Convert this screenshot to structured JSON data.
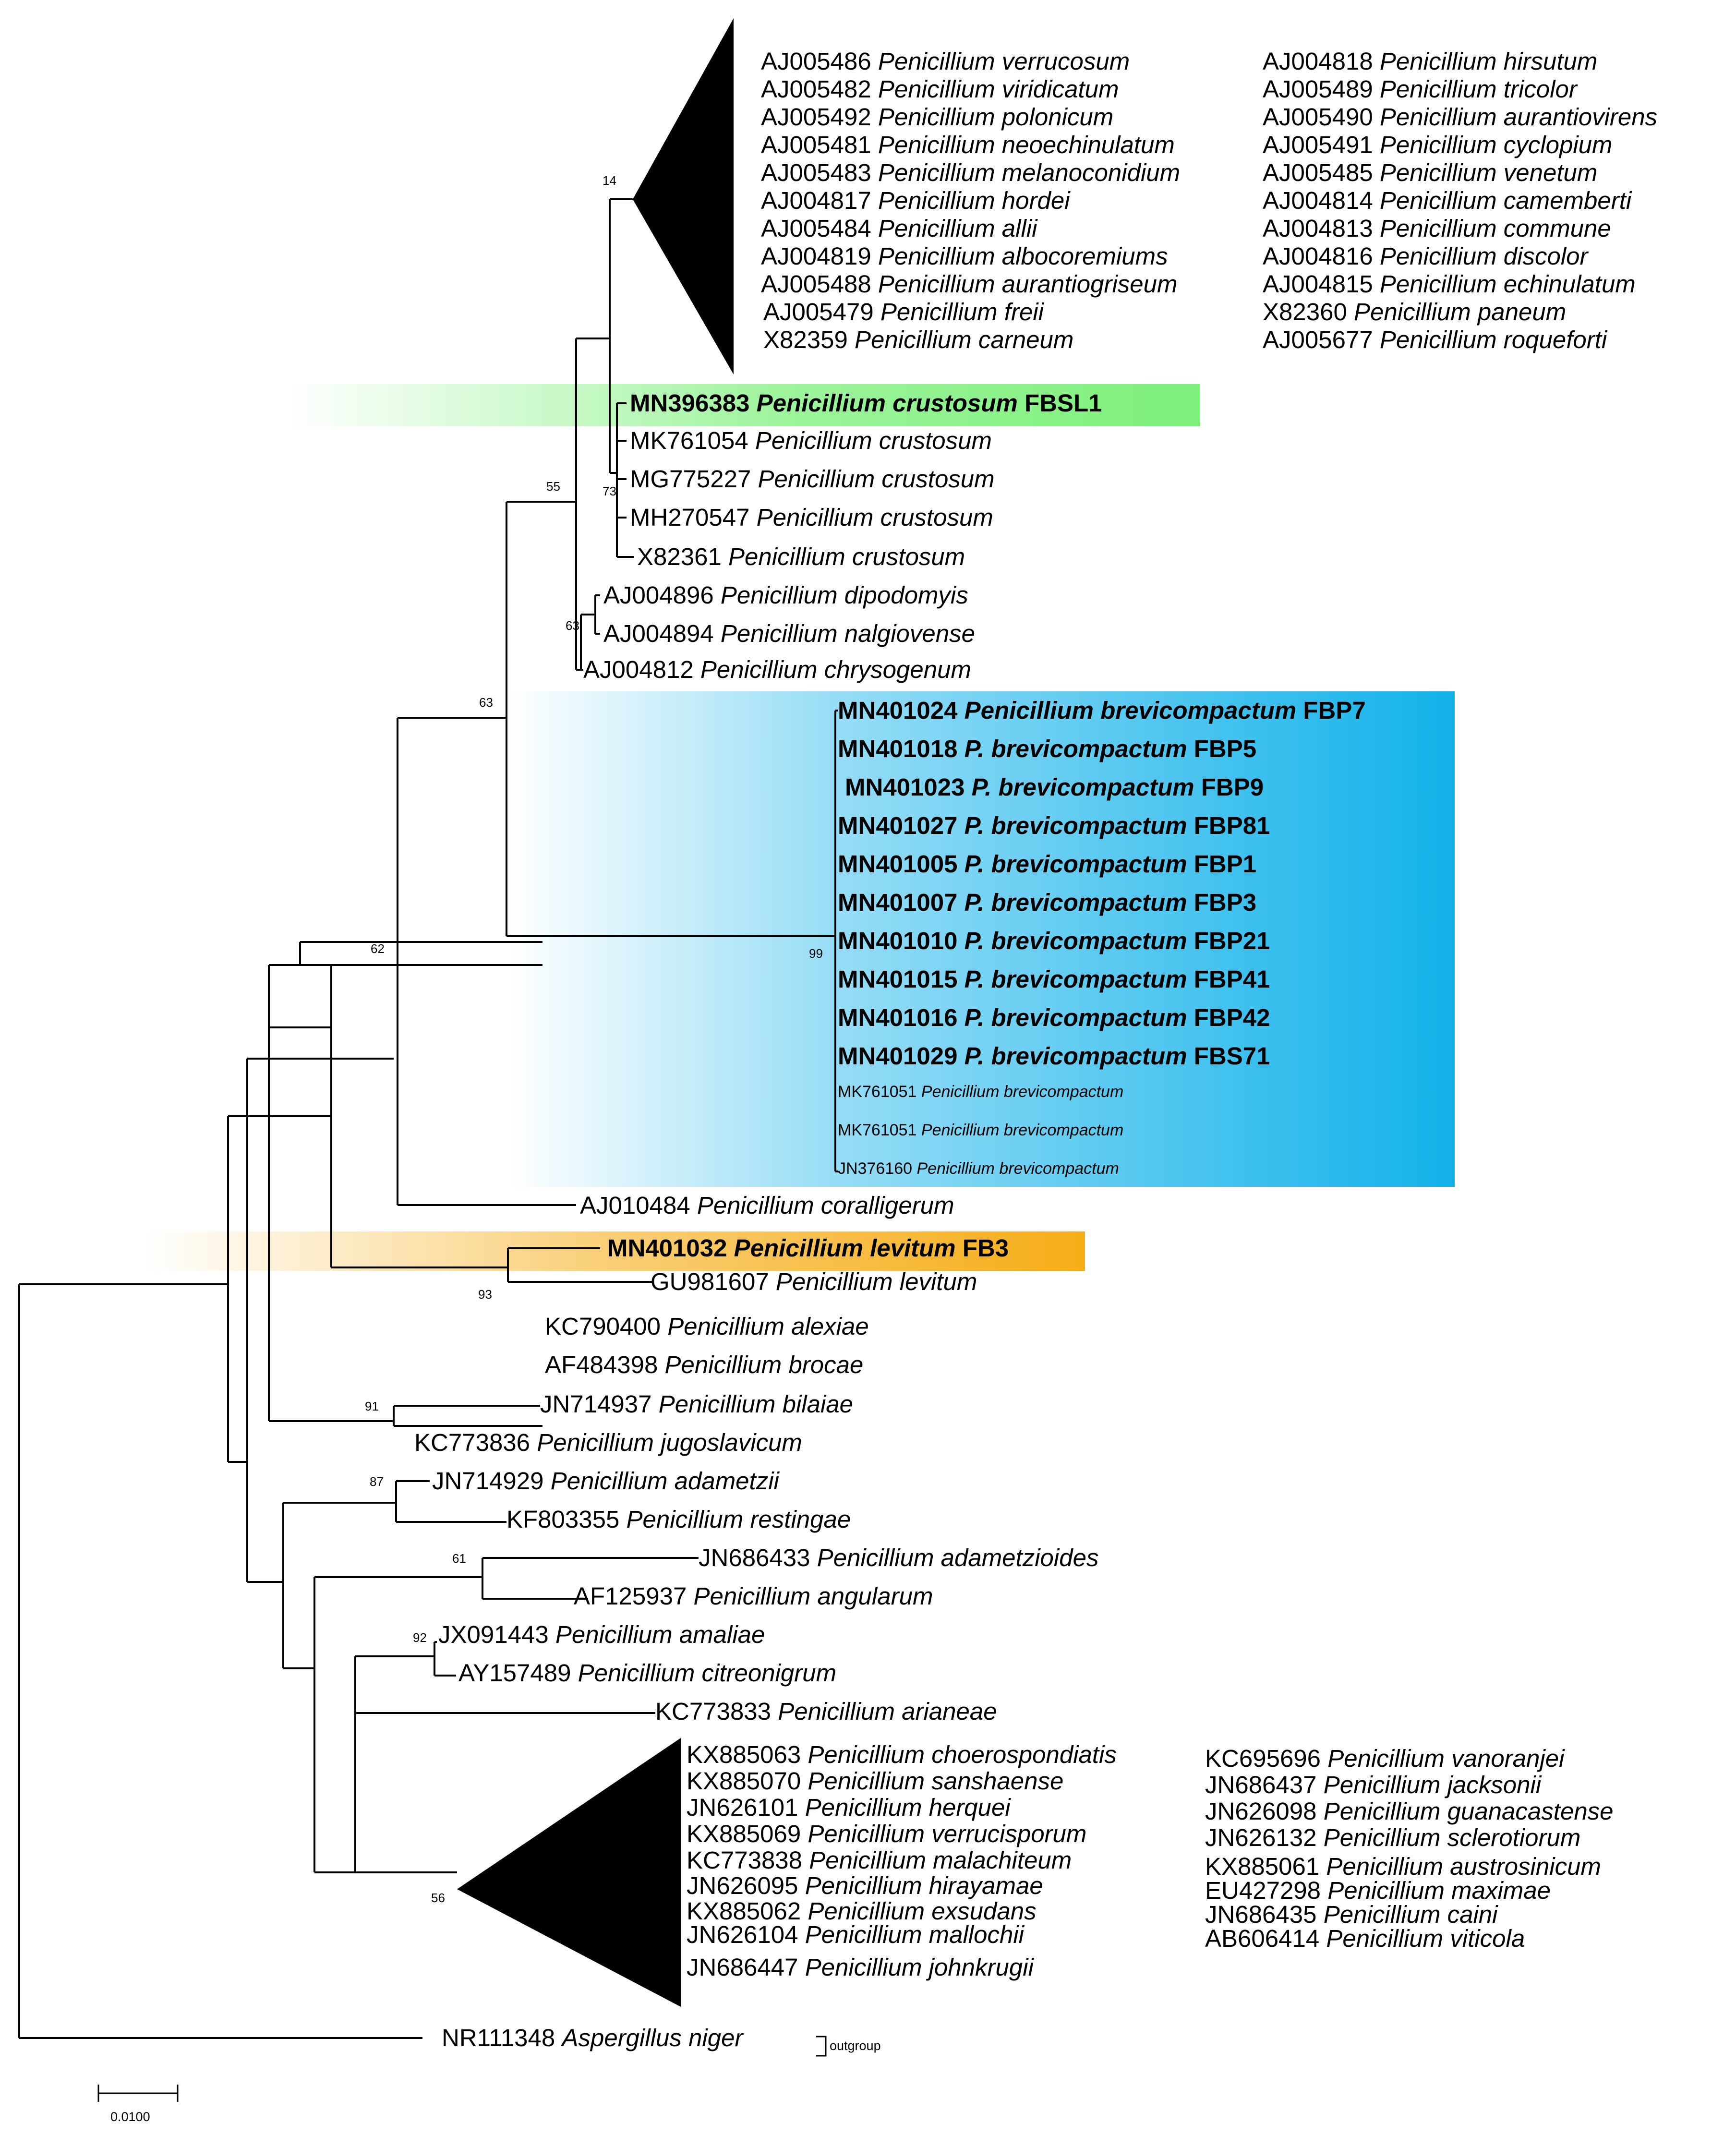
{
  "colors": {
    "crustosum_highlight": "#7cf07a",
    "brevicompactum_highlight": "#12b2ea",
    "levitum_highlight": "#f6ad17",
    "branches": "#000000"
  },
  "top_clade": {
    "col1": [
      {
        "acc": "AJ005486",
        "sp": "Penicillium verrucosum"
      },
      {
        "acc": "AJ005482",
        "sp": "Penicillium viridicatum"
      },
      {
        "acc": "AJ005492",
        "sp": "Penicillium polonicum"
      },
      {
        "acc": "AJ005481",
        "sp": "Penicillium neoechinulatum"
      },
      {
        "acc": "AJ005483",
        "sp": "Penicillium melanoconidium"
      },
      {
        "acc": "AJ004817",
        "sp": "Penicillium hordei"
      },
      {
        "acc": "AJ005484",
        "sp": "Penicillium allii"
      },
      {
        "acc": "AJ004819",
        "sp": "Penicillium albocoremiums"
      },
      {
        "acc": "AJ005488",
        "sp": "Penicillium aurantiogriseum"
      },
      {
        "acc": "AJ005479",
        "sp": "Penicillium freii"
      },
      {
        "acc": "X82359",
        "sp": "Penicillium carneum"
      }
    ],
    "col2": [
      {
        "acc": "AJ004818",
        "sp": "Penicillium hirsutum"
      },
      {
        "acc": "AJ005489",
        "sp": "Penicillium tricolor"
      },
      {
        "acc": "AJ005490",
        "sp": "Penicillium aurantiovirens"
      },
      {
        "acc": "AJ005491",
        "sp": "Penicillium cyclopium"
      },
      {
        "acc": "AJ005485",
        "sp": "Penicillium venetum"
      },
      {
        "acc": "AJ004814",
        "sp": "Penicillium camemberti"
      },
      {
        "acc": "AJ004813",
        "sp": "Penicillium commune"
      },
      {
        "acc": "AJ004816",
        "sp": "Penicillium discolor"
      },
      {
        "acc": "AJ004815",
        "sp": "Penicillium echinulatum"
      },
      {
        "acc": "X82360",
        "sp": "Penicillium paneum"
      },
      {
        "acc": "AJ005677",
        "sp": "Penicillium roqueforti"
      }
    ]
  },
  "crustosum": {
    "highlight": {
      "acc": "MN396383",
      "sp": "Penicillium crustosum",
      "strain": "FBSL1"
    },
    "others": [
      {
        "acc": "MK761054",
        "sp": "Penicillium crustosum"
      },
      {
        "acc": "MG775227",
        "sp": "Penicillium crustosum"
      },
      {
        "acc": "MH270547",
        "sp": "Penicillium crustosum"
      },
      {
        "acc": "X82361",
        "sp": "Penicillium crustosum"
      }
    ]
  },
  "chrysogenum_group": [
    {
      "acc": "AJ004896",
      "sp": "Penicillium dipodomyis"
    },
    {
      "acc": "AJ004894",
      "sp": "Penicillium nalgiovense"
    },
    {
      "acc": "AJ004812",
      "sp": "Penicillium chrysogenum"
    }
  ],
  "brevicompactum": {
    "bold": [
      {
        "acc": "MN401024",
        "sp": "Penicillium brevicompactum",
        "strain": "FBP7"
      },
      {
        "acc": "MN401018",
        "sp": "P. brevicompactum",
        "strain": "FBP5"
      },
      {
        "acc": "MN401023",
        "sp": "P. brevicompactum",
        "strain": "FBP9"
      },
      {
        "acc": "MN401027",
        "sp": "P. brevicompactum",
        "strain": "FBP81"
      },
      {
        "acc": "MN401005",
        "sp": "P. brevicompactum",
        "strain": "FBP1"
      },
      {
        "acc": "MN401007",
        "sp": "P. brevicompactum",
        "strain": "FBP3"
      },
      {
        "acc": "MN401010",
        "sp": "P. brevicompactum",
        "strain": "FBP21"
      },
      {
        "acc": "MN401015",
        "sp": "P. brevicompactum",
        "strain": "FBP41"
      },
      {
        "acc": "MN401016",
        "sp": "P. brevicompactum",
        "strain": "FBP42"
      },
      {
        "acc": "MN401029",
        "sp": "P. brevicompactum",
        "strain": "FBS71"
      }
    ],
    "small": [
      {
        "acc": "MK761051",
        "sp": "Penicillium brevicompactum"
      },
      {
        "acc": "MK761051",
        "sp": "Penicillium brevicompactum"
      },
      {
        "acc": "JN376160",
        "sp": "Penicillium brevicompactum"
      }
    ]
  },
  "coralligerum": {
    "acc": "AJ010484",
    "sp": "Penicillium coralligerum"
  },
  "levitum": {
    "highlight": {
      "acc": "MN401032",
      "sp": "Penicillium levitum",
      "strain": "FB3"
    },
    "other": {
      "acc": "GU981607",
      "sp": "Penicillium levitum"
    }
  },
  "lower_taxa": [
    {
      "acc": "KC790400",
      "sp": "Penicillium alexiae"
    },
    {
      "acc": "AF484398",
      "sp": "Penicillium brocae"
    },
    {
      "acc": "JN714937",
      "sp": "Penicillium bilaiae"
    },
    {
      "acc": "KC773836",
      "sp": "Penicillium jugoslavicum"
    },
    {
      "acc": "JN714929",
      "sp": "Penicillium adametzii"
    },
    {
      "acc": "KF803355",
      "sp": "Penicillium restingae"
    },
    {
      "acc": "JN686433",
      "sp": "Penicillium adametzioides"
    },
    {
      "acc": "AF125937",
      "sp": "Penicillium angularum"
    },
    {
      "acc": "JX091443",
      "sp": "Penicillium amaliae"
    },
    {
      "acc": "AY157489",
      "sp": "Penicillium citreonigrum"
    },
    {
      "acc": "KC773833",
      "sp": "Penicillium arianeae"
    }
  ],
  "bottom_clade": {
    "col1": [
      {
        "acc": "KX885063",
        "sp": "Penicillium choerospondiatis"
      },
      {
        "acc": "KX885070",
        "sp": "Penicillium sanshaense"
      },
      {
        "acc": "JN626101",
        "sp": "Penicillium herquei"
      },
      {
        "acc": "KX885069",
        "sp": "Penicillium verrucisporum"
      },
      {
        "acc": "KC773838",
        "sp": "Penicillium malachiteum"
      },
      {
        "acc": "JN626095",
        "sp": "Penicillium hirayamae"
      },
      {
        "acc": "KX885062",
        "sp": "Penicillium exsudans"
      },
      {
        "acc": "JN626104",
        "sp": "Penicillium mallochii"
      },
      {
        "acc": "JN686447",
        "sp": "Penicillium johnkrugii"
      }
    ],
    "col2": [
      {
        "acc": "KC695696",
        "sp": "Penicillium vanoranjei"
      },
      {
        "acc": "JN686437",
        "sp": "Penicillium jacksonii"
      },
      {
        "acc": "JN626098",
        "sp": "Penicillium guanacastense"
      },
      {
        "acc": "JN626132",
        "sp": "Penicillium sclerotiorum"
      },
      {
        "acc": "KX885061",
        "sp": "Penicillium austrosinicum"
      },
      {
        "acc": "EU427298",
        "sp": "Penicillium maximae"
      },
      {
        "acc": "JN686435",
        "sp": "Penicillium caini"
      },
      {
        "acc": "AB606414",
        "sp": "Penicillium viticola"
      }
    ]
  },
  "outgroup": {
    "acc": "NR111348",
    "sp": "Aspergillus niger",
    "label": "outgroup"
  },
  "bootstrap": {
    "top": "14",
    "crustosum": "73",
    "upper": "55",
    "chrysogenum": "63",
    "major": "63",
    "brevicompactum": "99",
    "node62": "62",
    "levitum": "93",
    "bilaiae": "91",
    "adametzii": "87",
    "adametzioides": "61",
    "amaliae": "92",
    "bottom": "56"
  },
  "scale": {
    "label": "0.0100"
  }
}
